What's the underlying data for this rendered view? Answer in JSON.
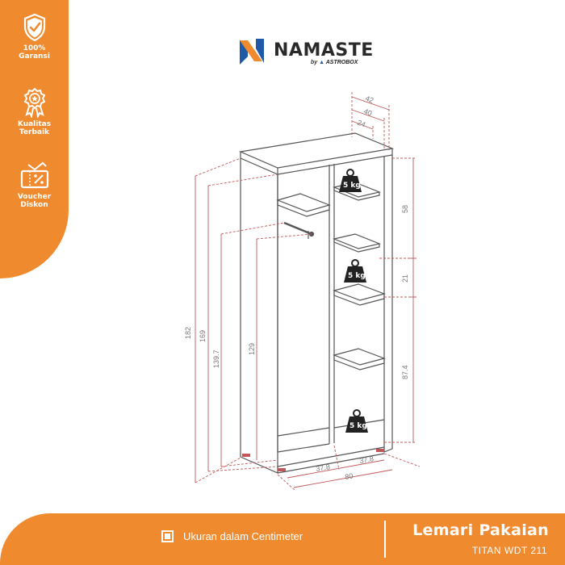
{
  "badges": [
    {
      "icon": "shield-check-icon",
      "label_lines": [
        "100%",
        "Garansi"
      ]
    },
    {
      "icon": "award-medal-icon",
      "label_lines": [
        "Kualitas",
        "Terbaik"
      ]
    },
    {
      "icon": "voucher-ticket-icon",
      "label_lines": [
        "Voucher",
        "Diskon"
      ]
    }
  ],
  "logo": {
    "word": "NAMASTE",
    "by": "by",
    "brand": "ASTROBOX"
  },
  "dimensions": {
    "depth_top_outer": "42",
    "depth_top_mid": "40",
    "depth_top_inner": "24",
    "height_total": "182",
    "height_inner": "169",
    "height_rail": "139.7",
    "height_hanging": "129",
    "right_upper": "58",
    "right_mid": "21",
    "right_lower": "87.4",
    "width_left": "37.8",
    "width_right": "37.8",
    "width_total": "80"
  },
  "weights": [
    "5 kg",
    "5 kg",
    "5 kg"
  ],
  "footer": {
    "note": "Ukuran dalam Centimeter",
    "product_name": "Lemari Pakaian",
    "product_code": "TITAN WDT 211"
  },
  "colors": {
    "accent": "#f08a2e",
    "dimension_line": "#c0585a",
    "outline": "#555555"
  }
}
